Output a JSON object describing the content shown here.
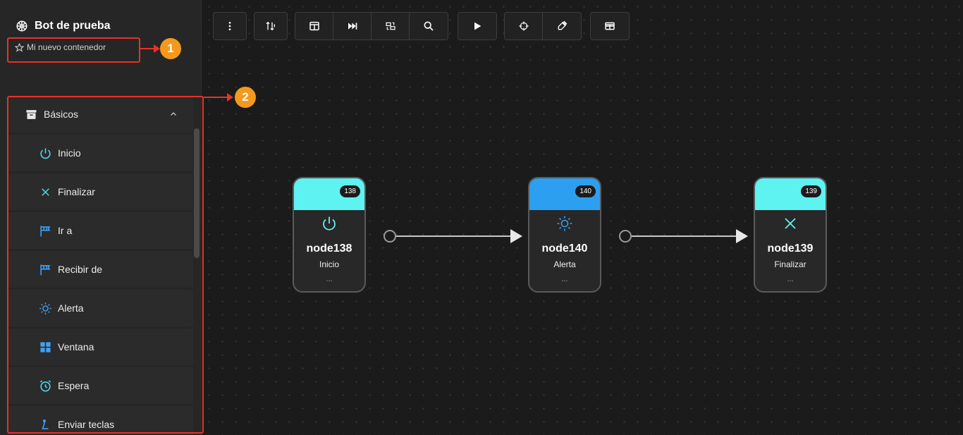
{
  "sidebar": {
    "bot_name": "Bot de prueba",
    "container_name": "Mi nuevo contenedor",
    "group": {
      "label": "Básicos",
      "items": [
        {
          "label": "Inicio",
          "icon": "power-icon",
          "color": "#4dd9e8"
        },
        {
          "label": "Finalizar",
          "icon": "close-icon",
          "color": "#4dd9e8"
        },
        {
          "label": "Ir a",
          "icon": "windsock-icon",
          "color": "#3ea2f5"
        },
        {
          "label": "Recibir de",
          "icon": "windsock-icon",
          "color": "#3ea2f5"
        },
        {
          "label": "Alerta",
          "icon": "sun-icon",
          "color": "#3ea2f5"
        },
        {
          "label": "Ventana",
          "icon": "window-grid-icon",
          "color": "#3ea2f5"
        },
        {
          "label": "Espera",
          "icon": "alarm-clock-icon",
          "color": "#4dd9e8"
        },
        {
          "label": "Enviar teclas",
          "icon": "keyboard-icon",
          "color": "#3ea2f5"
        }
      ]
    }
  },
  "annotations": {
    "badge_1": "1",
    "badge_2": "2",
    "color": "#e5332a",
    "badge_color": "#f39a1e"
  },
  "toolbar": {
    "groups": [
      [
        "more-vertical-icon"
      ],
      [
        "sort-icon"
      ],
      [
        "split-view-icon",
        "fast-forward-icon",
        "arrange-icon",
        "search-icon"
      ],
      [
        "play-icon"
      ],
      [
        "crosshair-icon",
        "eyedropper-icon"
      ],
      [
        "table-icon"
      ]
    ]
  },
  "nodes": [
    {
      "id": "138",
      "title": "node138",
      "subtitle": "Inicio",
      "dots": "...",
      "color": "#5ef2f0",
      "icon": "power-icon"
    },
    {
      "id": "140",
      "title": "node140",
      "subtitle": "Alerta",
      "dots": "...",
      "color": "#2d9ff0",
      "icon": "sun-icon"
    },
    {
      "id": "139",
      "title": "node139",
      "subtitle": "Finalizar",
      "dots": "...",
      "color": "#5ef2f0",
      "icon": "close-icon"
    }
  ]
}
